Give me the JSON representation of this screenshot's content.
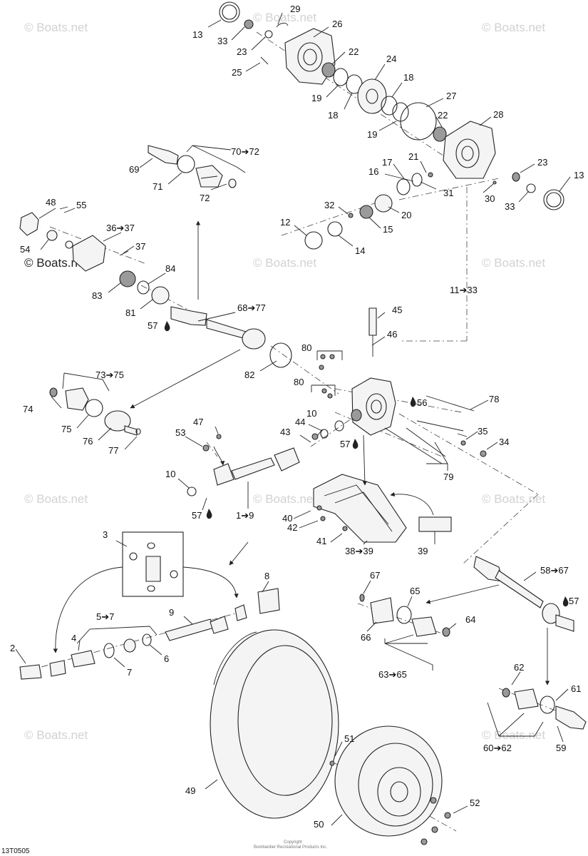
{
  "watermark": "© Boats.net",
  "watermark_dark": "© Boats.net",
  "figure_code": "13T0505",
  "copyright_line1": "Copyright",
  "copyright_line2": "Bombardier Recreational Products Inc.",
  "callouts": {
    "c1_9": "1➔9",
    "c2": "2",
    "c3": "3",
    "c4": "4",
    "c5_7": "5➔7",
    "c6": "6",
    "c7": "7",
    "c8": "8",
    "c9": "9",
    "c10a": "10",
    "c10b": "10",
    "c11_33": "11➔33",
    "c12": "12",
    "c13a": "13",
    "c13b": "13",
    "c14": "14",
    "c15": "15",
    "c16": "16",
    "c17": "17",
    "c18a": "18",
    "c18b": "18",
    "c19a": "19",
    "c19b": "19",
    "c20": "20",
    "c21": "21",
    "c22a": "22",
    "c22b": "22",
    "c23a": "23",
    "c23b": "23",
    "c24": "24",
    "c25": "25",
    "c26": "26",
    "c27": "27",
    "c28": "28",
    "c29": "29",
    "c30": "30",
    "c31": "31",
    "c32": "32",
    "c33a": "33",
    "c33b": "33",
    "c34": "34",
    "c35": "35",
    "c36_37": "36➔37",
    "c37": "37",
    "c38_39": "38➔39",
    "c39": "39",
    "c40": "40",
    "c41": "41",
    "c42": "42",
    "c43": "43",
    "c44": "44",
    "c45": "45",
    "c46": "46",
    "c47": "47",
    "c48": "48",
    "c49": "49",
    "c50": "50",
    "c51": "51",
    "c52": "52",
    "c53": "53",
    "c54": "54",
    "c55": "55",
    "c56": "56",
    "c57a": "57",
    "c57b": "57",
    "c57c": "57",
    "c57d": "57",
    "c58_67": "58➔67",
    "c59": "59",
    "c60_62": "60➔62",
    "c61": "61",
    "c62": "62",
    "c63_65": "63➔65",
    "c64": "64",
    "c65": "65",
    "c66": "66",
    "c67": "67",
    "c68_77": "68➔77",
    "c69": "69",
    "c70_72": "70➔72",
    "c71": "71",
    "c72": "72",
    "c73_75": "73➔75",
    "c74": "74",
    "c75": "75",
    "c76": "76",
    "c77": "77",
    "c78": "78",
    "c79": "79",
    "c80a": "80",
    "c80b": "80",
    "c81": "81",
    "c82": "82",
    "c83": "83",
    "c84": "84"
  }
}
